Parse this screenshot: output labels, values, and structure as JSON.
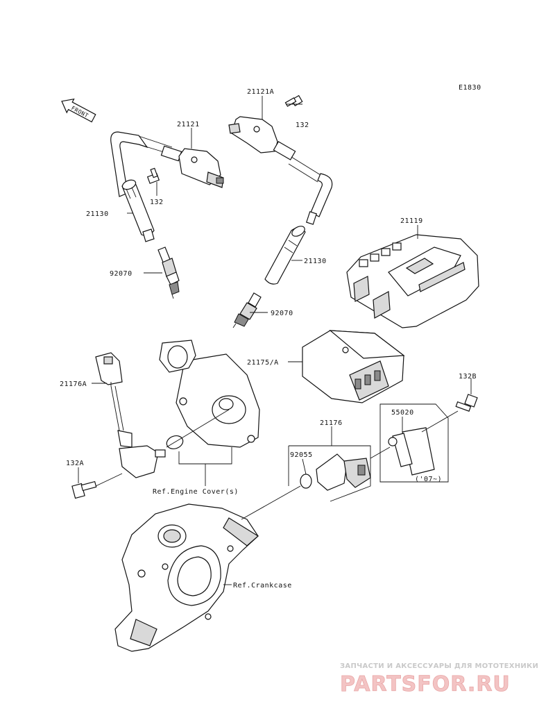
{
  "diagram_code": "E1830",
  "front_label": "FRONT",
  "parts": {
    "p21121A": "21121A",
    "p132_top": "132",
    "p21121": "21121",
    "p132_left": "132",
    "p21130_left": "21130",
    "p92070_left": "92070",
    "p21119": "21119",
    "p21130_right": "21130",
    "p92070_right": "92070",
    "p21175A": "21175/A",
    "p132B": "132B",
    "p21176A": "21176A",
    "p21176": "21176",
    "p55020": "55020",
    "p92055": "92055",
    "p132A": "132A",
    "note_07": "('07~)"
  },
  "refs": {
    "engine_cover": "Ref.Engine Cover(s)",
    "crankcase": "Ref.Crankcase"
  },
  "watermark": {
    "top": "ЗАПЧАСТИ И АКСЕССУАРЫ ДЛЯ МОТОТЕХНИКИ",
    "logo": "PARTSFOR.RU"
  }
}
